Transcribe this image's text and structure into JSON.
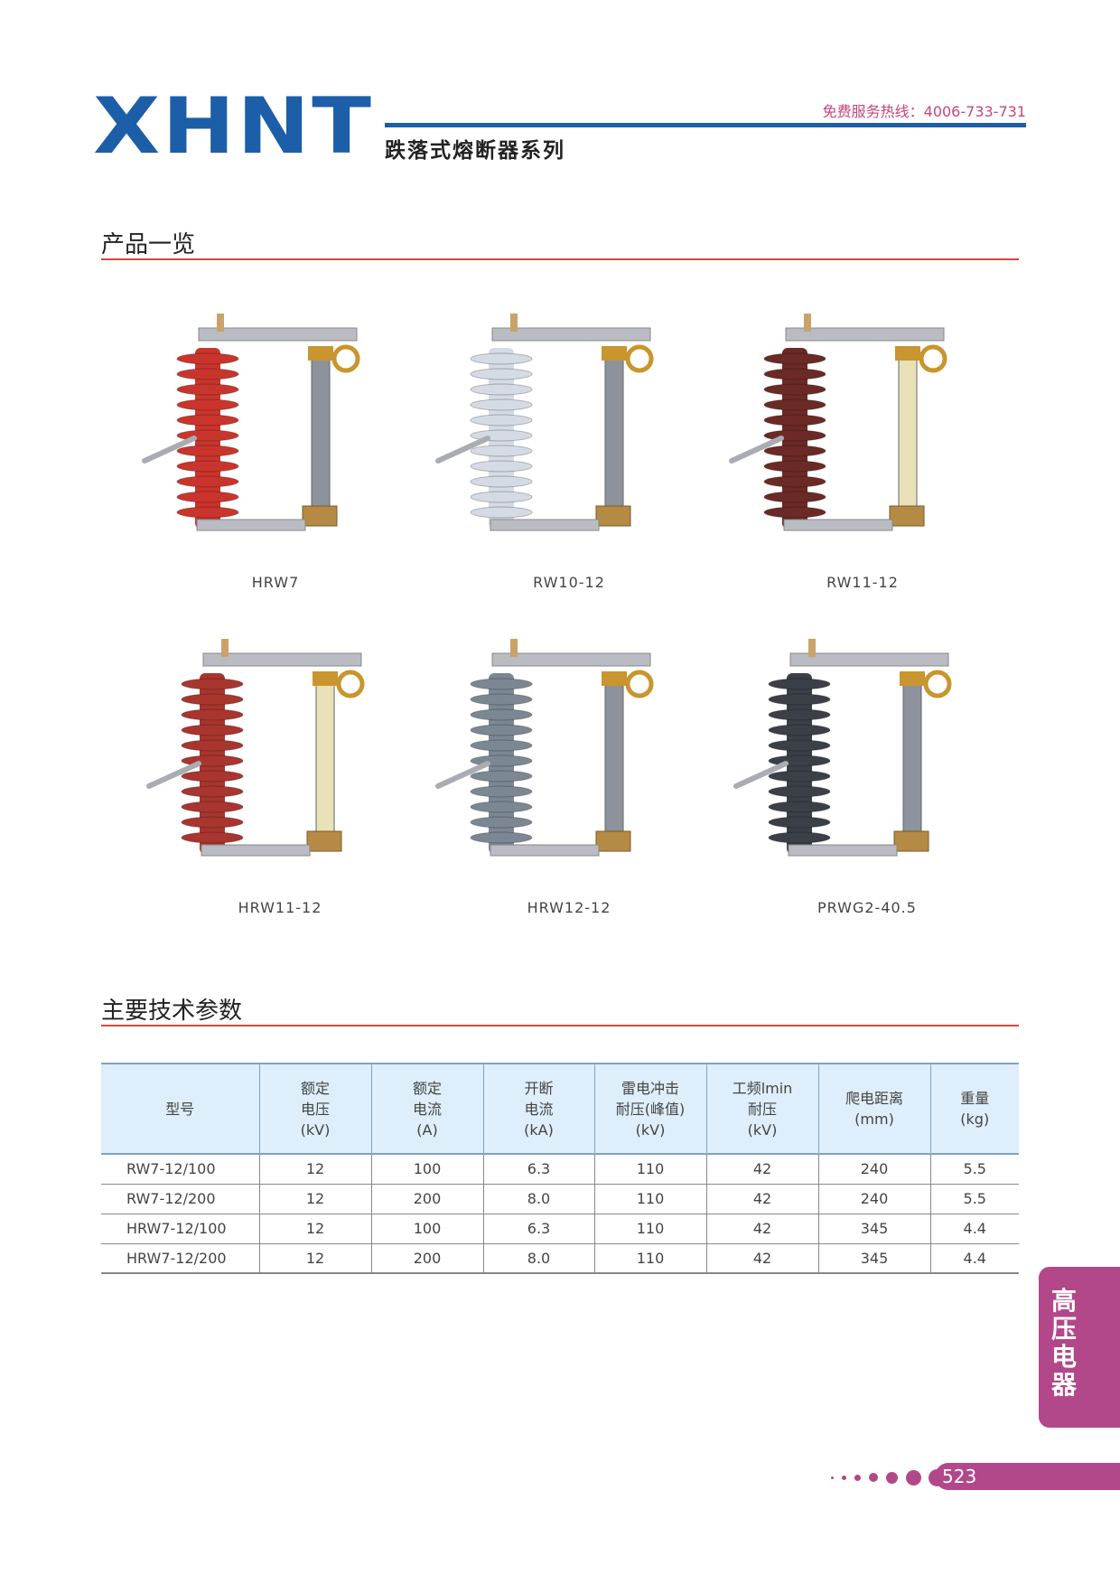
{
  "header": {
    "logo_text": "XHNT",
    "hotline": "免费服务热线：4006-733-731",
    "series_title": "跌落式熔断器系列"
  },
  "sections": {
    "overview_title": "产品一览",
    "params_title": "主要技术参数"
  },
  "products": [
    {
      "label": "HRW7",
      "insulator_color": "#c9352c"
    },
    {
      "label": "RW10-12",
      "insulator_color": "#d5dbe4"
    },
    {
      "label": "RW11-12",
      "insulator_color": "#6b2a25"
    },
    {
      "label": "HRW11-12",
      "insulator_color": "#a8362e"
    },
    {
      "label": "HRW12-12",
      "insulator_color": "#7c8794"
    },
    {
      "label": "PRWG2-40.5",
      "insulator_color": "#3b3f48"
    }
  ],
  "table": {
    "headers": [
      [
        "型号"
      ],
      [
        "额定",
        "电压",
        "(kV)"
      ],
      [
        "额定",
        "电流",
        "(A)"
      ],
      [
        "开断",
        "电流",
        "(kA)"
      ],
      [
        "雷电冲击",
        "耐压(峰值)",
        "(kV)"
      ],
      [
        "工频lmin",
        "耐压",
        "(kV)"
      ],
      [
        "爬电距离",
        "(mm)"
      ],
      [
        "重量",
        "(kg)"
      ]
    ],
    "rows": [
      [
        "RW7-12/100",
        "12",
        "100",
        "6.3",
        "110",
        "42",
        "240",
        "5.5"
      ],
      [
        "RW7-12/200",
        "12",
        "200",
        "8.0",
        "110",
        "42",
        "240",
        "5.5"
      ],
      [
        "HRW7-12/100",
        "12",
        "100",
        "6.3",
        "110",
        "42",
        "345",
        "4.4"
      ],
      [
        "HRW7-12/200",
        "12",
        "200",
        "8.0",
        "110",
        "42",
        "345",
        "4.4"
      ]
    ]
  },
  "side_tab": "高压电器",
  "page_number": "523",
  "colors": {
    "brand_blue": "#1d5ea8",
    "accent_pink": "#b2488a",
    "rule_red": "#d9473f"
  }
}
